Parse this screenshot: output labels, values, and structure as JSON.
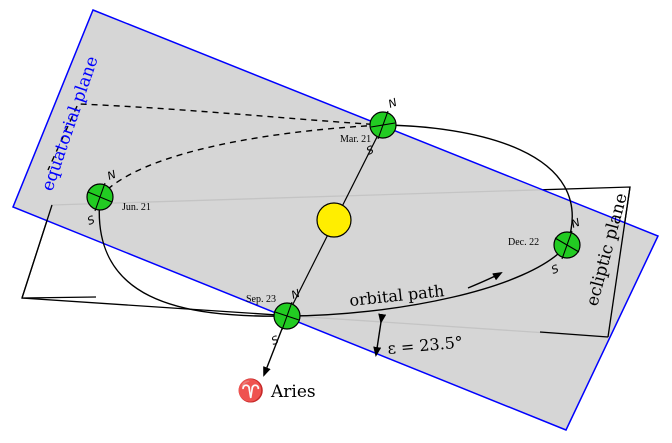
{
  "planes": {
    "equatorial_label": "equatorial plane",
    "ecliptic_label": "ecliptic plane",
    "equatorial_color": "#0000ff",
    "equatorial_fill": "#d3d3d3",
    "ecliptic_color": "#000000"
  },
  "sun": {
    "color": "#ffee00"
  },
  "earth": {
    "color": "#22cc22",
    "north_pole": "N",
    "south_pole": "S"
  },
  "positions": {
    "mar21": "Mar. 21",
    "jun21": "Jun. 21",
    "sep23": "Sep. 23",
    "dec22": "Dec. 22"
  },
  "orbit_label": "orbital path",
  "tilt_label": "ε = 23.5°",
  "aries": {
    "symbol": "♈",
    "label": "Aries"
  }
}
